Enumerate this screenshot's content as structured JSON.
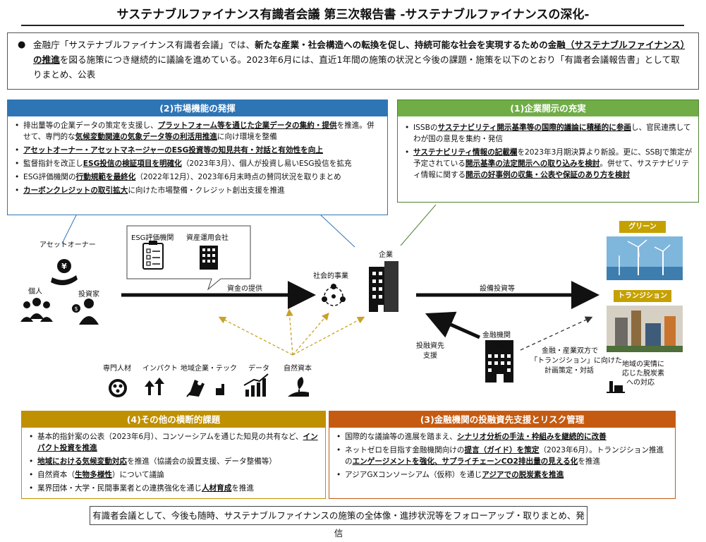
{
  "title": "サステナブルファイナンス有識者会議 第三次報告書 -サステナブルファイナンスの深化-",
  "summary": {
    "p1": "金融庁「サステナブルファイナンス有識者会議」では、",
    "p2": "新たな産業・社会構造への転換を促し、持続可能な社会を実現するための金融",
    "p3": "（サステナブルファイナンス）の推進",
    "p4": "を図る施策につき継続的に議論を進めている。2023年6月には、直近1年間の施策の状況と今後の課題・施策を以下のとおり「有識者会議報告書」として取りまとめ、公表"
  },
  "market": {
    "title": "(2)市場機能の発揮",
    "items": [
      {
        "a": "排出量等の企業データの策定を支援し、",
        "b": "プラットフォーム等を通じた企業データの集約・提供",
        "c": "を推進。併せて、専門的な",
        "d": "気候変動関連の気象データ等の利活用推進",
        "e": "に向け環境を整備"
      },
      {
        "a": "",
        "b": "アセットオーナー・アセットマネージャーのESG投資等の知見共有・対話と有効性を向上",
        "c": "",
        "d": "",
        "e": ""
      },
      {
        "a": "監督指針を改正し",
        "b": "ESG投信の検証項目を明確化",
        "c": "（2023年3月）、個人が投資し易いESG投信を拡充",
        "d": "",
        "e": ""
      },
      {
        "a": "ESG評価機関の",
        "b": "行動規範を最終化",
        "c": "（2022年12月）、2023年6月末時点の賛同状況を取りまとめ",
        "d": "",
        "e": ""
      },
      {
        "a": "",
        "b": "カーボンクレジットの取引拡大",
        "c": "に向けた市場整備・クレジット創出支援を推進",
        "d": "",
        "e": ""
      }
    ]
  },
  "disclosure": {
    "title": "(1)企業開示の充実",
    "items": [
      {
        "a": "ISSBの",
        "b": "サステナビリティ開示基準等の国際的議論に積極的に参画",
        "c": "し、官民連携してわが国の意見を集約・発信",
        "d": "",
        "e": ""
      },
      {
        "a": "",
        "b": "サステナビリティ情報の記載欄",
        "c": "を2023年3月期決算より新設。更に、SSBJで策定が予定されている",
        "d": "開示基準の法定開示への取り込みを検討",
        "e": "。併せて、サステナビリティ情報に関する"
      },
      {
        "a": "",
        "b": "開示の好事例の収集・公表や保証のあり方を検討",
        "c": "",
        "d": "",
        "e": ""
      }
    ]
  },
  "flow": {
    "asset_owner": "アセットオーナー",
    "individual": "個人",
    "investor": "投資家",
    "esg_agency": "ESG評価機関",
    "asset_mgmt": "資産運用会社",
    "funding": "資金の提供",
    "social": "社会的事業",
    "company": "企業",
    "capex": "設備投資等",
    "green": "グリーン",
    "transition": "トランジション",
    "fin_inst": "金融機関",
    "invest_support_1": "投融資先",
    "invest_support_2": "支援",
    "dialogue_1": "金融・産業双方で",
    "dialogue_2": "「トランジション」に向けた",
    "dialogue_3": "計画策定・対話",
    "decarb_1": "地域の実情に",
    "decarb_2": "応じた脱炭素",
    "decarb_3": "への対応",
    "bank_sign": "BANK"
  },
  "resources": {
    "items": [
      "専門人材",
      "インパクト",
      "地域企業・テック",
      "データ",
      "自然資本"
    ]
  },
  "cross": {
    "title": "(4)その他の横断的課題",
    "items": [
      {
        "a": "基本的指針案の公表（2023年6月）、コンソーシアムを通じた知見の共有など、",
        "b": "インパクト投資を推進",
        "c": ""
      },
      {
        "a": "",
        "b": "地域における気候変動対応",
        "c": "を推進（協議会の設置支援、データ整備等）"
      },
      {
        "a": "自然資本（",
        "b": "生物多様性",
        "c": "）について議論"
      },
      {
        "a": "業界団体・大学・民間事業者との連携強化を通じ",
        "b": "人材育成",
        "c": "を推進"
      }
    ]
  },
  "finance": {
    "title": "(3)金融機関の投融資先支援とリスク管理",
    "items": [
      {
        "a": "国際的な議論等の進展を踏まえ、",
        "b": "シナリオ分析の手法・枠組みを継続的に改善",
        "c": "",
        "d": "",
        "e": ""
      },
      {
        "a": "ネットゼロを目指す金融機関向けの",
        "b": "提言（ガイド）を策定",
        "c": "（2023年6月）。トランジション推進の",
        "d": "エンゲージメントを強化、サプライチェーンCO2排出量の見える化",
        "e": "を推進"
      },
      {
        "a": "アジアGXコンソーシアム（仮称）を通じ",
        "b": "アジアでの脱炭素を推進",
        "c": "",
        "d": "",
        "e": ""
      }
    ]
  },
  "footer": "有識者会議として、今後も随時、サステナブルファイナンスの施策の全体像・進捗状況等をフォローアップ・取りまとめ、発信",
  "colors": {
    "market": "#2E75B6",
    "disclosure": "#538135",
    "cross": "#BF9000",
    "finance": "#C55A11",
    "green_tag": "#C5A100",
    "transition_tag": "#C5A100",
    "arrow_dash": "#C9A227"
  }
}
